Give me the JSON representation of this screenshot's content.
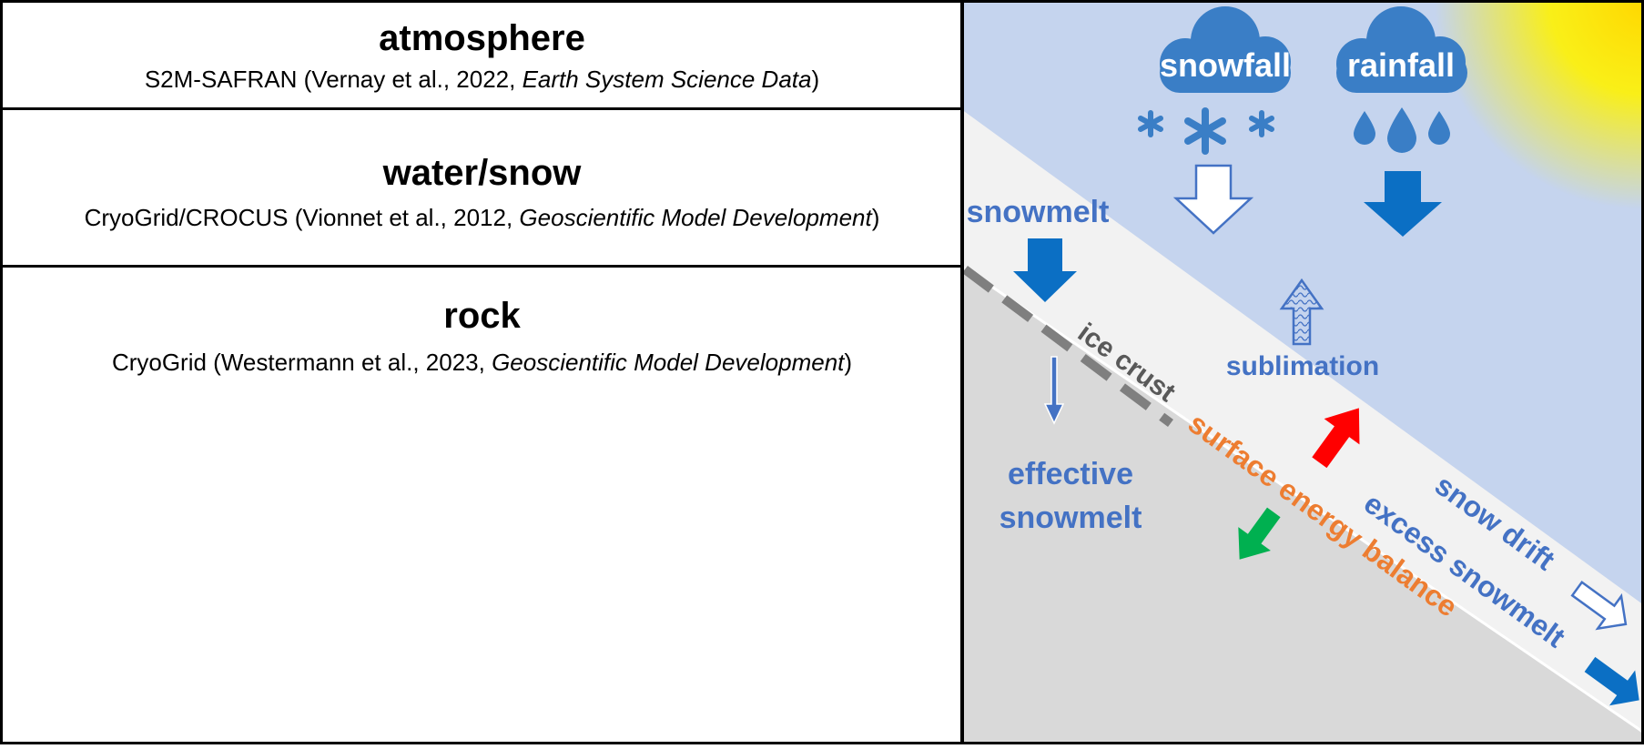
{
  "layers": [
    {
      "title": "atmosphere",
      "cite_pre": "S2M-SAFRAN (Vernay et al., 2022, ",
      "cite_journal": "Earth System Science Data",
      "cite_post": ")"
    },
    {
      "title": "water/snow",
      "cite_pre": "CryoGrid/CROCUS (Vionnet et al., 2012, ",
      "cite_journal": "Geoscientific Model Development",
      "cite_post": ")"
    },
    {
      "title": "rock",
      "cite_pre": "CryoGrid (Westermann et al., 2023, ",
      "cite_journal": "Geoscientific Model Development",
      "cite_post": ")"
    }
  ],
  "processes": {
    "snowfall": "snowfall",
    "rainfall": "rainfall",
    "snowmelt": "snowmelt",
    "sublimation": "sublimation",
    "ice_crust": "ice crust",
    "effective_line1": "effective",
    "effective_line2": "snowmelt",
    "surface_energy_balance": "surface energy balance",
    "snow_drift": "snow drift",
    "excess_snowmelt": "excess snowmelt"
  },
  "colors": {
    "sky": "#c5d4ee",
    "rock": "#d9d9d9",
    "snow": "#f2f2f2",
    "cloud": "#3a7ec6",
    "blue_arrow": "#0b6fc4",
    "label_blue": "#4472c4",
    "orange": "#ed7d31",
    "red": "#ff0000",
    "green": "#00b050",
    "sun": "#ffd700"
  }
}
